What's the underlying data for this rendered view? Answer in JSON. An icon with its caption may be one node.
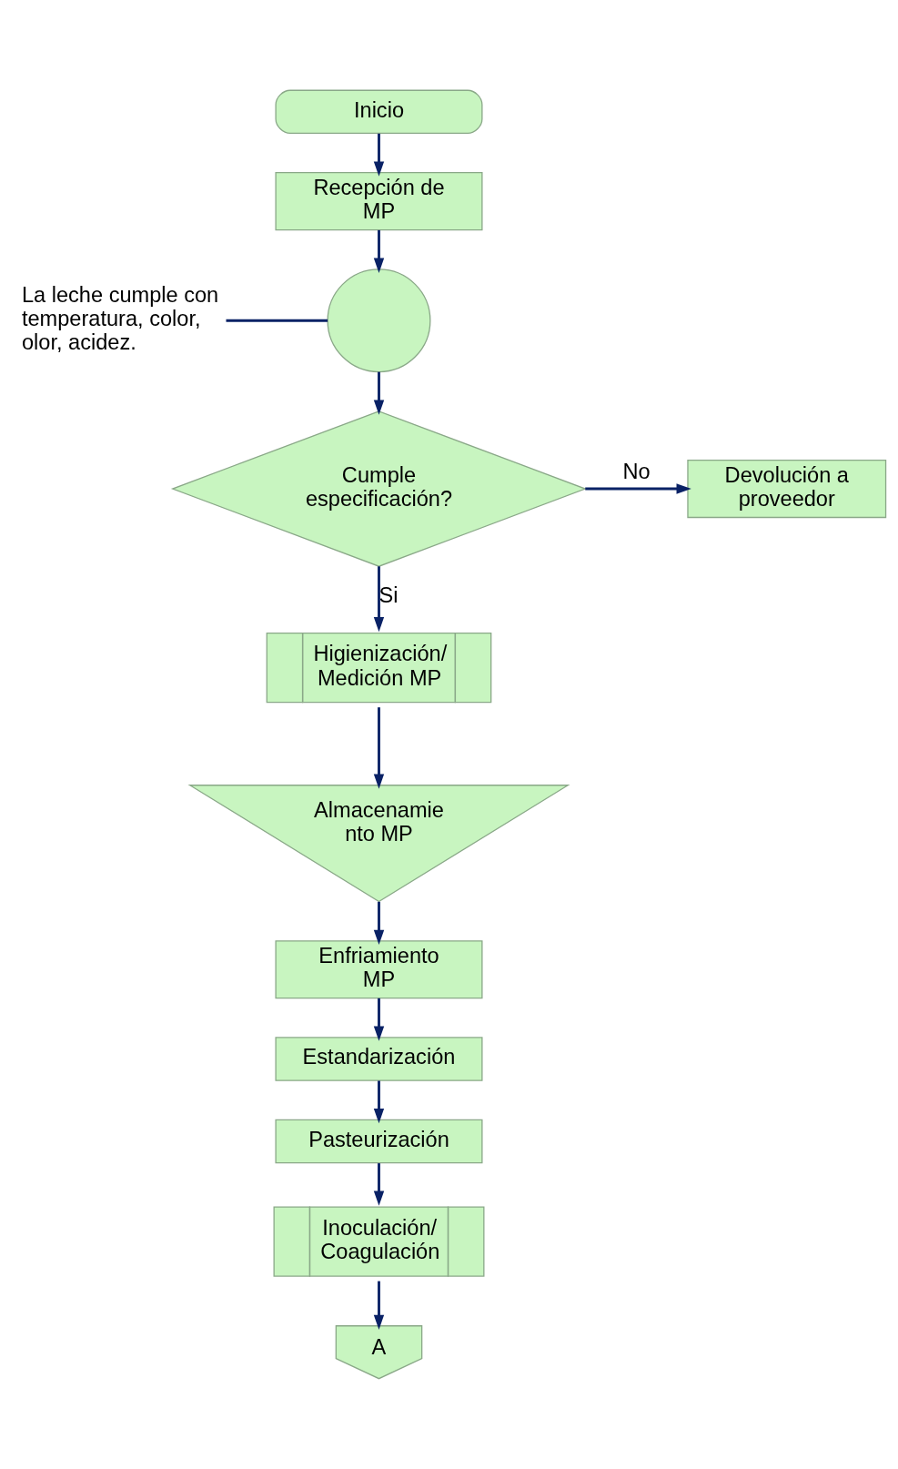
{
  "diagram": {
    "nodes": [
      {
        "text": [
          "Inicio"
        ]
      },
      {
        "text": [
          "Recepción de MP"
        ]
      },
      {
        "text": [],
        "shape": "circle"
      },
      {
        "text": [
          "La leche cumple con temperatura, color, olor, acidez."
        ]
      },
      {
        "text": [
          "Cumple especificación?"
        ]
      },
      {
        "text": [
          "Devolución a proveedor"
        ]
      },
      {
        "text": [
          "Higienización/ Medición MP"
        ]
      },
      {
        "text": [
          "Almacenamie nto MP"
        ]
      },
      {
        "text": [
          "Enfriamiento MP"
        ]
      },
      {
        "text": [
          "Estandarización"
        ]
      },
      {
        "text": [
          "Pasteurización"
        ]
      },
      {
        "text": [
          "Inoculación/ Coagulación"
        ]
      },
      {
        "text": [
          "A"
        ]
      }
    ],
    "edges": [
      {
        "from": 0,
        "to": 1,
        "arrow": "to"
      },
      {
        "from": 1,
        "to": 2,
        "arrow": "to"
      },
      {
        "from": 3,
        "to": 2,
        "arrow": "none"
      },
      {
        "from": 2,
        "to": 4,
        "arrow": "to"
      },
      {
        "from": 4,
        "to": 5,
        "arrow": "to",
        "label": "No"
      },
      {
        "from": 4,
        "to": 6,
        "arrow": "to",
        "label": "Si"
      },
      {
        "from": 6,
        "to": 7,
        "arrow": "to"
      },
      {
        "from": 7,
        "to": 8,
        "arrow": "to"
      },
      {
        "from": 8,
        "to": 9,
        "arrow": "to"
      },
      {
        "from": 9,
        "to": 10,
        "arrow": "to"
      },
      {
        "from": 10,
        "to": 11,
        "arrow": "to"
      },
      {
        "from": 11,
        "to": 12,
        "arrow": "to"
      }
    ]
  }
}
